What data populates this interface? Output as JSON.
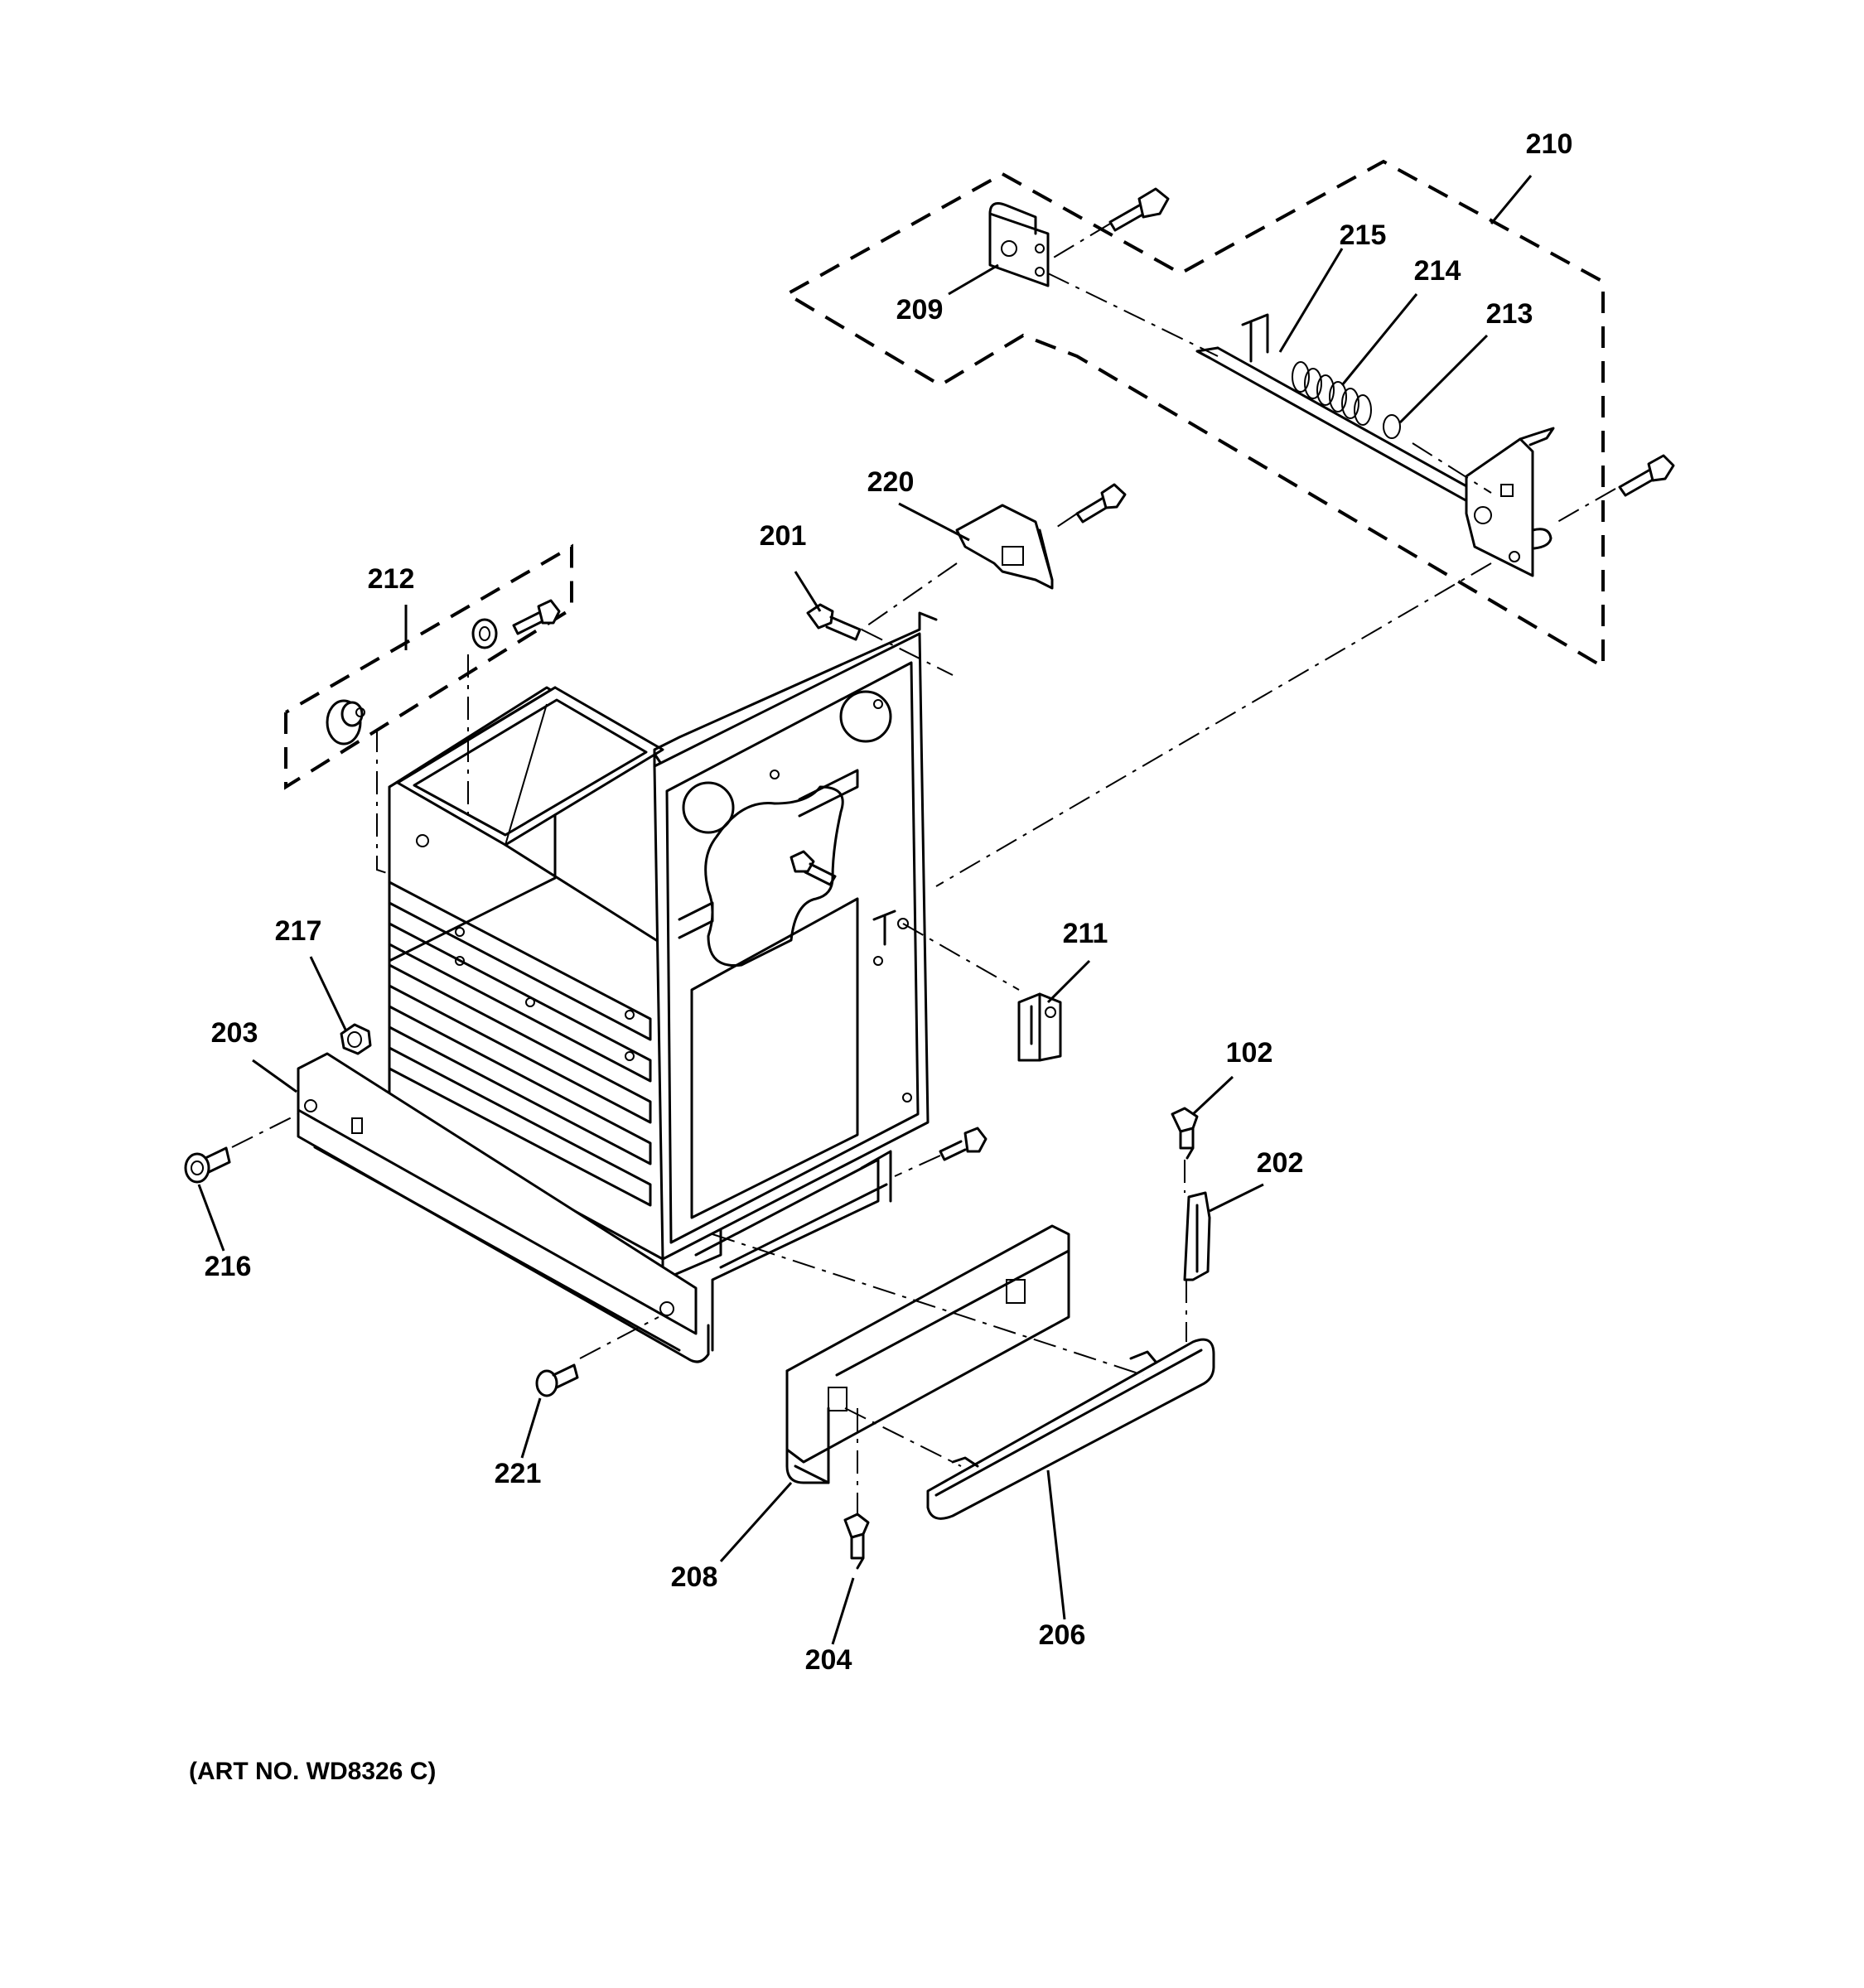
{
  "callouts": {
    "c210": "210",
    "c215": "215",
    "c214": "214",
    "c213": "213",
    "c209": "209",
    "c220": "220",
    "c201": "201",
    "c212": "212",
    "c211": "211",
    "c217": "217",
    "c203": "203",
    "c102": "102",
    "c202": "202",
    "c216": "216",
    "c221": "221",
    "c208": "208",
    "c204": "204",
    "c206": "206"
  },
  "art_number": "(ART NO. WD8326 C)"
}
